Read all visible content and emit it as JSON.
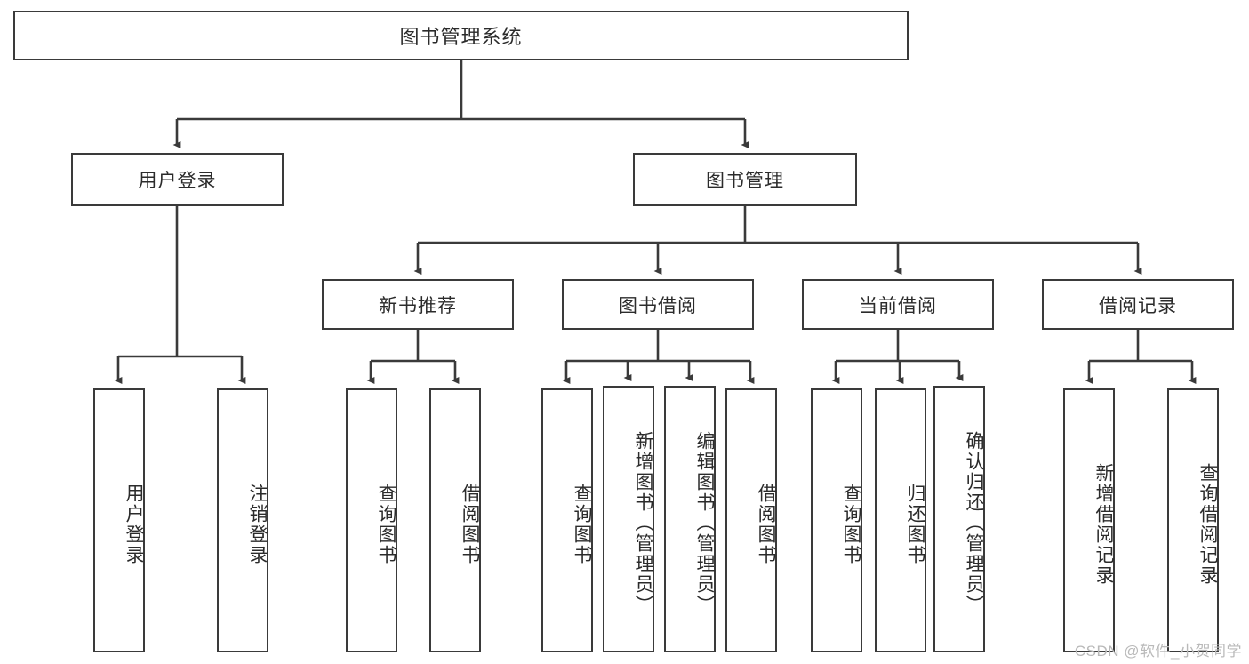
{
  "diagram": {
    "title": "图书管理系统",
    "watermark": "CSDN @软件_小贺同学",
    "colors": {
      "stroke": "#3a3a3a",
      "background": "#ffffff",
      "text": "#2b2b2b",
      "watermark": "#b9b9b9"
    },
    "root": {
      "label": "图书管理系统"
    },
    "level2": [
      {
        "label": "用户登录"
      },
      {
        "label": "图书管理"
      }
    ],
    "level3": [
      {
        "label": "新书推荐"
      },
      {
        "label": "图书借阅"
      },
      {
        "label": "当前借阅"
      },
      {
        "label": "借阅记录"
      }
    ],
    "leaves": {
      "user_login": [
        {
          "label": "用户登录"
        },
        {
          "label": "注销登录"
        }
      ],
      "new_book_recommend": [
        {
          "label": "查询图书"
        },
        {
          "label": "借阅图书"
        }
      ],
      "book_borrow": [
        {
          "label": "查询图书"
        },
        {
          "label": "新增图书（管理员）"
        },
        {
          "label": "编辑图书（管理员）"
        },
        {
          "label": "借阅图书"
        }
      ],
      "current_borrow": [
        {
          "label": "查询图书"
        },
        {
          "label": "归还图书"
        },
        {
          "label": "确认归还（管理员）"
        }
      ],
      "borrow_record": [
        {
          "label": "新增借阅记录"
        },
        {
          "label": "查询借阅记录"
        }
      ]
    }
  }
}
